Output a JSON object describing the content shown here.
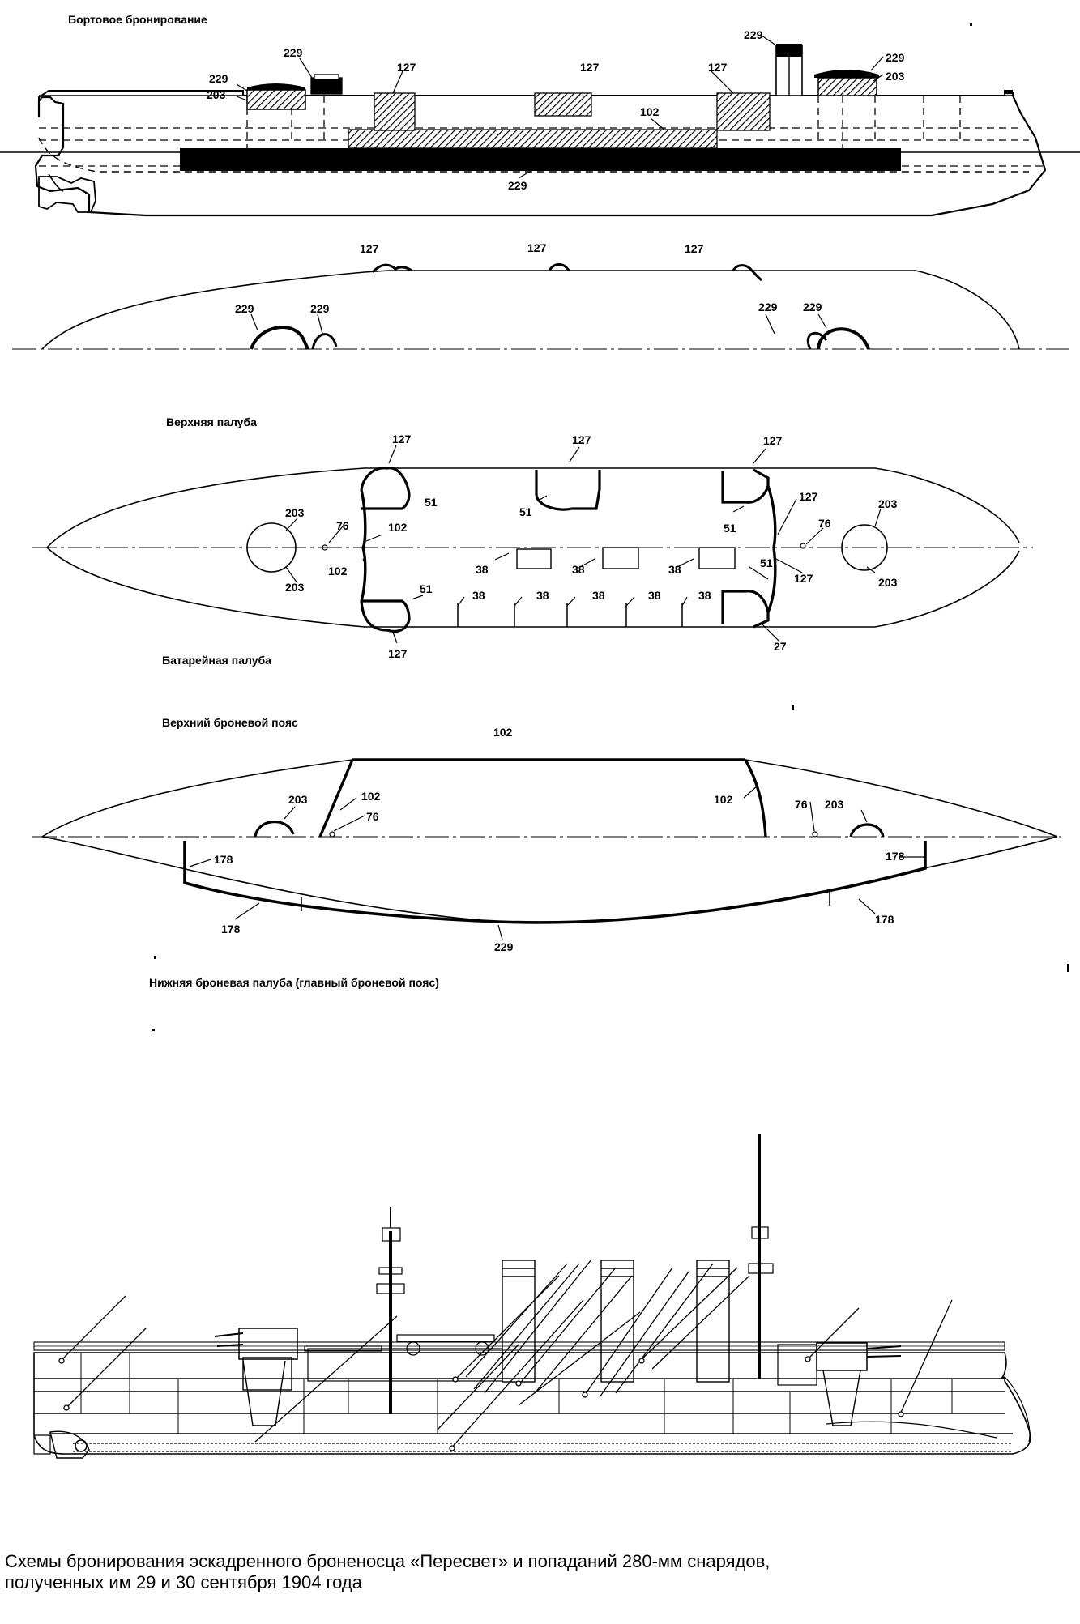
{
  "sections": {
    "side_armor": {
      "title": "Бортовое бронирование"
    },
    "upper_deck": {
      "title": "Верхняя палуба"
    },
    "battery_deck": {
      "title": "Батарейная палуба"
    },
    "upper_belt": {
      "title": "Верхний броневой пояс"
    },
    "lower_deck": {
      "title": "Нижняя броневая палуба (главный броневой пояс)"
    }
  },
  "labels": {
    "s1": [
      "229",
      "229",
      "203",
      "127",
      "127",
      "127",
      "102",
      "229",
      "229",
      "229",
      "203"
    ],
    "s2": [
      "127",
      "127",
      "127",
      "229",
      "229",
      "229",
      "229"
    ],
    "s3": [
      "127",
      "127",
      "127",
      "51",
      "51",
      "51",
      "203",
      "76",
      "102",
      "102",
      "203",
      "38",
      "38",
      "38",
      "38",
      "38",
      "38",
      "38",
      "38",
      "51",
      "51",
      "127",
      "127",
      "76",
      "203",
      "203",
      "127",
      "27"
    ],
    "s4": [
      "102",
      "203",
      "102",
      "76",
      "102",
      "76",
      "203",
      "178",
      "178",
      "178",
      "178",
      "229"
    ]
  },
  "caption": {
    "line1": "Схемы  бронирования эскадренного броненосца «Пересвет» и  попаданий  280-мм снарядов,",
    "line2": "полученных  им 29 и 30 сентября 1904 года"
  }
}
